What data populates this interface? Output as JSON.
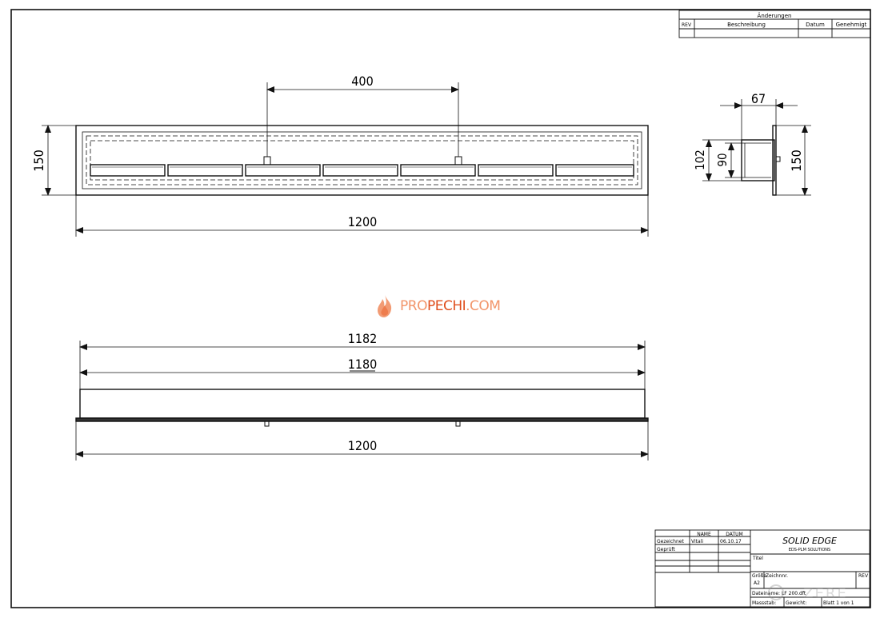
{
  "revision_table": {
    "title": "Änderungen",
    "headers": [
      "REV",
      "Beschreibung",
      "Datum",
      "Genehmigt"
    ]
  },
  "views": {
    "front": {
      "dim_top": "400",
      "dim_left": "150",
      "dim_bottom": "1200"
    },
    "side": {
      "dim_top": "67",
      "dim_left_outer": "102",
      "dim_left_inner": "90",
      "dim_right": "150"
    },
    "top": {
      "dim_1": "1182",
      "dim_2": "1180",
      "dim_bottom": "1200"
    }
  },
  "watermark": {
    "part1": "PRO",
    "part2": "PECHI",
    "part3": ".COM"
  },
  "title_block": {
    "col_name": "NAME",
    "col_datum": "DATUM",
    "row_drawn": "Gezeichnet",
    "drawn_name": "Vitali",
    "drawn_date": "06.10.17",
    "row_checked": "Geprüft",
    "brand": "SOLID EDGE",
    "brand_sub": "EDS-PLM SOLUTIONS",
    "title_label": "Titel",
    "size_label": "Größe",
    "size_value": "A2",
    "drawing_no_label": "Zeichnnr.",
    "rev_label": "REV",
    "filename": "Dateiname: LF 200.dft",
    "scale": "Massstab:",
    "weight": "Gewicht:",
    "sheet": "Blatt 1 von 1"
  },
  "corner_mark": "ZERE"
}
